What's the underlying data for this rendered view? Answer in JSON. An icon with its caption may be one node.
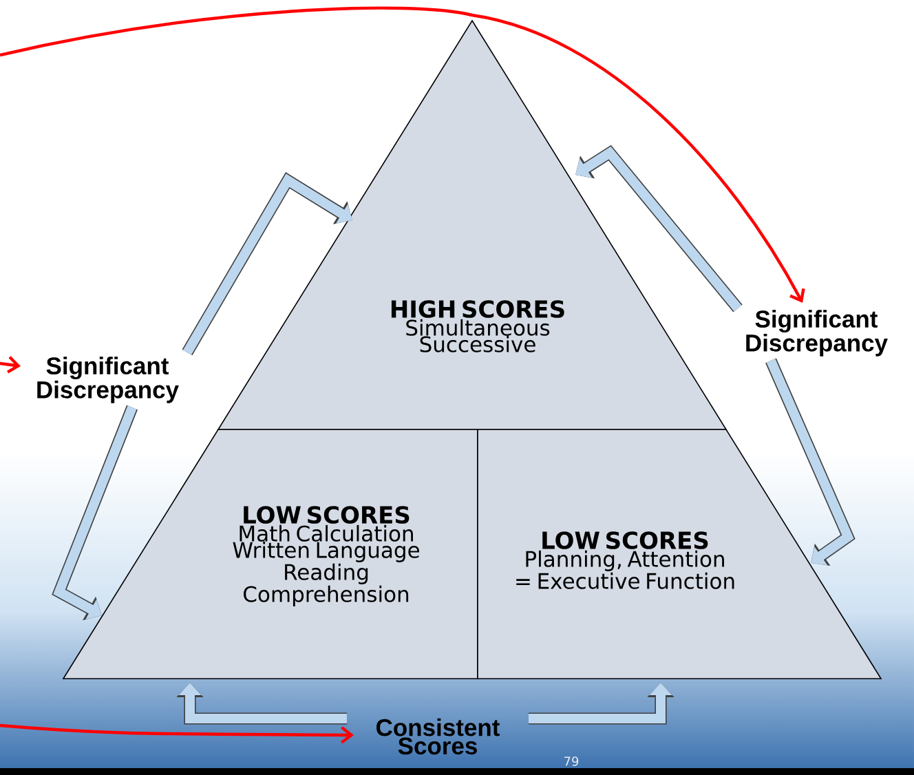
{
  "diagram": {
    "nodes": [
      {
        "text": [
          "HIGH SCORES",
          "Simultaneous Successive"
        ]
      },
      {
        "text": [
          "LOW SCORES",
          "Math Calculation Written Language Reading Comprehension"
        ]
      },
      {
        "text": [
          "LOW SCORES",
          "Planning, Attention = Executive Function"
        ]
      },
      {
        "text": [
          "Significant Discrepancy"
        ]
      },
      {
        "text": [
          "Significant Discrepancy"
        ]
      },
      {
        "text": [
          "Consistent Scores"
        ]
      }
    ],
    "edges": [
      {
        "from": 3,
        "to": 0,
        "arrow": "to"
      },
      {
        "from": 3,
        "to": 1,
        "arrow": "to"
      },
      {
        "from": 4,
        "to": 0,
        "arrow": "to"
      },
      {
        "from": 4,
        "to": 2,
        "arrow": "to"
      },
      {
        "from": 5,
        "to": 1,
        "arrow": "to"
      },
      {
        "from": 5,
        "to": 2,
        "arrow": "to"
      },
      {
        "from": null,
        "to": 4,
        "arrow": "to",
        "color": "#ff0000"
      },
      {
        "from": null,
        "to": 3,
        "arrow": "to",
        "color": "#ff0000"
      },
      {
        "from": null,
        "to": 5,
        "arrow": "to",
        "color": "#ff0000"
      }
    ],
    "labels": [
      "79"
    ]
  }
}
